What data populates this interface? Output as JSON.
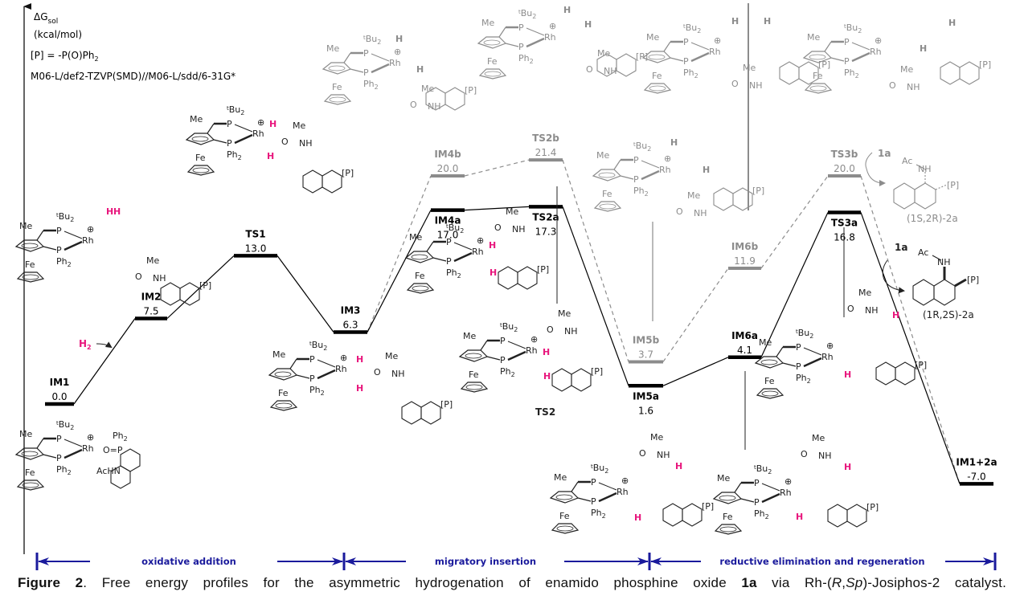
{
  "axis": {
    "ylabel_main": "ΔG",
    "ylabel_sub": "sol",
    "yunit": "(kcal/mol)",
    "definition": "[P] = -P(O)Ph",
    "definition_sub": "2",
    "method": "M06-L/def2-TZVP(SMD)//M06-L/sdd/6-31G*"
  },
  "states_a": [
    {
      "id": "IM1",
      "label": "IM1",
      "value": "0.0",
      "energy": 0.0
    },
    {
      "id": "IM2",
      "label": "IM2",
      "value": "7.5",
      "energy": 7.5
    },
    {
      "id": "TS1",
      "label": "TS1",
      "value": "13.0",
      "energy": 13.0
    },
    {
      "id": "IM3",
      "label": "IM3",
      "value": "6.3",
      "energy": 6.3
    },
    {
      "id": "IM4a",
      "label": "IM4a",
      "value": "17.0",
      "energy": 17.0
    },
    {
      "id": "TS2a",
      "label": "TS2a",
      "value": "17.3",
      "energy": 17.3
    },
    {
      "id": "IM5a",
      "label": "IM5a",
      "value": "1.6",
      "energy": 1.6
    },
    {
      "id": "IM6a",
      "label": "IM6a",
      "value": "4.1",
      "energy": 4.1
    },
    {
      "id": "TS3a",
      "label": "TS3a",
      "value": "16.8",
      "energy": 16.8
    },
    {
      "id": "IM1+2a",
      "label": "IM1+2a",
      "value": "-7.0",
      "energy": -7.0
    }
  ],
  "states_b": [
    {
      "id": "IM4b",
      "label": "IM4b",
      "value": "20.0",
      "energy": 20.0
    },
    {
      "id": "TS2b",
      "label": "TS2b",
      "value": "21.4",
      "energy": 21.4
    },
    {
      "id": "IM5b",
      "label": "IM5b",
      "value": "3.7",
      "energy": 3.7
    },
    {
      "id": "IM6b",
      "label": "IM6b",
      "value": "11.9",
      "energy": 11.9
    },
    {
      "id": "TS3b",
      "label": "TS3b",
      "value": "20.0",
      "energy": 20.0
    }
  ],
  "annotations": {
    "h2": "H",
    "h2_sub": "2",
    "substrate_1a": "1a",
    "ts2_label": "TS2",
    "product_minor": "(1S,2R)-2a",
    "product_major": "(1R,2S)-2a"
  },
  "chem_text": {
    "me": "Me",
    "tbu": "tBu",
    "p": "P",
    "ph2": "Ph",
    "rh": "Rh",
    "fe": "Fe",
    "o": "O",
    "nh": "NH",
    "h": "H",
    "pbr": "[P]",
    "plus": "⊕",
    "achn": "AcHN",
    "ac": "Ac"
  },
  "phases": [
    {
      "label": "oxidative addition"
    },
    {
      "label": "migratory insertion"
    },
    {
      "label": "reductive elimination and regeneration"
    }
  ],
  "caption": {
    "fig": "Figure 2",
    "text1": ". Free energy profiles for the asymmetric hydrogenation of enamido phosphine oxide ",
    "bold_1a": "1a",
    "text2": " via Rh-(",
    "italic_rs": "R",
    "text3": ",",
    "italic_sp": "Sp",
    "text4": ")-Josiphos-2 catalyst."
  },
  "colors": {
    "path_a": "#000000",
    "path_b": "#8c8c8c",
    "hydrogen": "#e8177d",
    "phase_arrow": "#1a1a9c"
  }
}
